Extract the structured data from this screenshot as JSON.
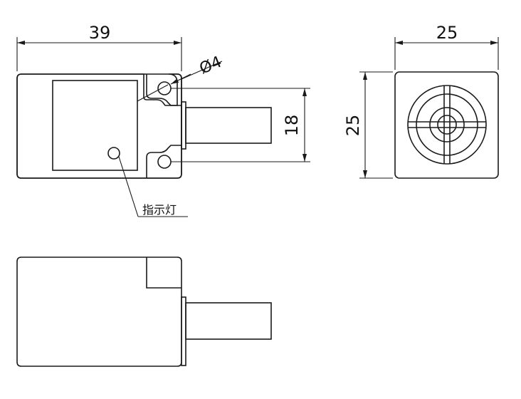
{
  "dimensions": {
    "front_width": "39",
    "hole_diameter": "Ø4",
    "hole_spacing": "18",
    "side_width": "25",
    "side_height": "25"
  },
  "labels": {
    "indicator": "指示灯"
  }
}
